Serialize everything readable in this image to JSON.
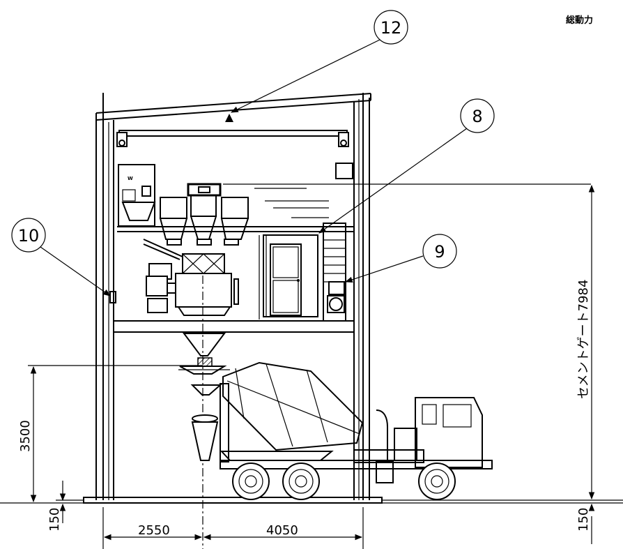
{
  "title": "総動力",
  "callouts": [
    {
      "id": "8",
      "label": "8"
    },
    {
      "id": "9",
      "label": "9"
    },
    {
      "id": "10",
      "label": "10"
    },
    {
      "id": "12",
      "label": "12"
    }
  ],
  "dimensions": {
    "left_width": "2550",
    "right_width": "4050",
    "discharge_height": "3500",
    "cement_gate_height": "セメントゲート7984",
    "base_left": "150",
    "base_right": "150"
  },
  "hopper_label": "W"
}
